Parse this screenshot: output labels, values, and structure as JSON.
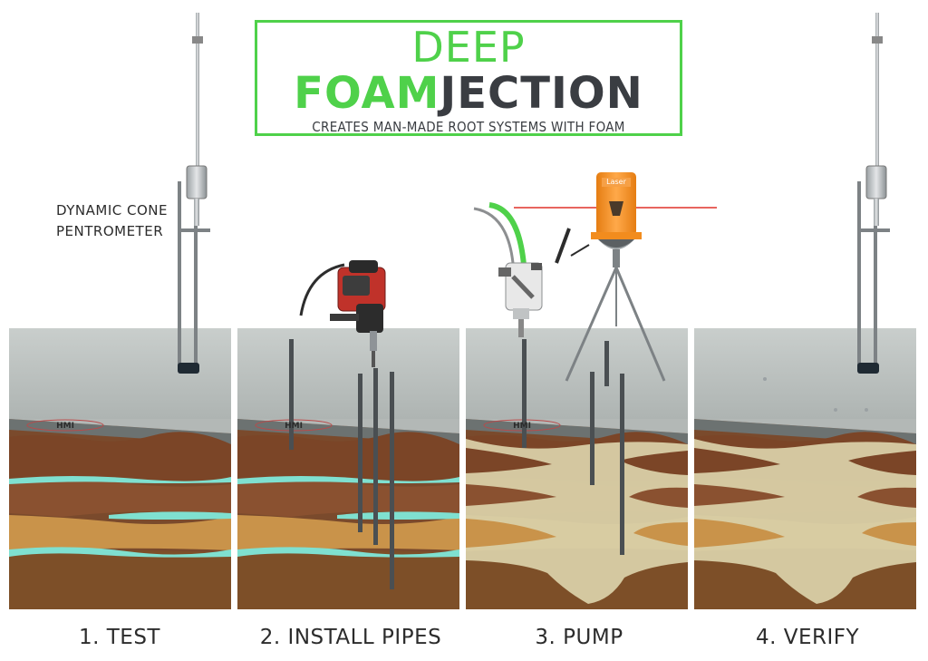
{
  "title": {
    "line1": "DEEP",
    "word_green": "FOAM",
    "word_dark": "JECTION",
    "subtitle": "CREATES MAN-MADE ROOT SYSTEMS WITH FOAM"
  },
  "annotation": {
    "line1": "DYNAMIC CONE",
    "line2": "PENTROMETER"
  },
  "laser_label": "Laser",
  "logo_text": "HMI",
  "steps": [
    "1. TEST",
    "2. INSTALL PIPES",
    "3. PUMP",
    "4. VERIFY"
  ],
  "colors": {
    "accent_green": "#4fd14a",
    "dark_text": "#3a3d42",
    "slab": "#bcc2c0",
    "water": "#7fe0d0",
    "foam": "#d9cfa6",
    "laser_orange": "#f28c1e",
    "drill_red": "#c0322a"
  }
}
